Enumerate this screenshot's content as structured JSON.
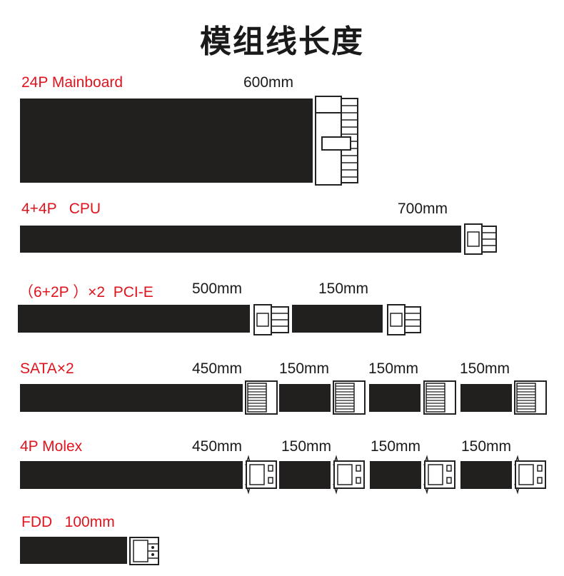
{
  "title": "模组线长度",
  "colors": {
    "label": "#e0141e",
    "cable": "#221f1f",
    "text": "#1a1a1a"
  },
  "cables": {
    "mainboard": {
      "label": "24P Mainboard",
      "length": "600mm"
    },
    "cpu": {
      "label": "4+4P   CPU",
      "length": "700mm"
    },
    "pcie": {
      "label": "（6+2P ）×2  PCI-E",
      "lengths": [
        "500mm",
        "150mm"
      ]
    },
    "sata": {
      "label": "SATA×2",
      "lengths": [
        "450mm",
        "150mm",
        "150mm",
        "150mm"
      ]
    },
    "molex": {
      "label": "4P Molex",
      "lengths": [
        "450mm",
        "150mm",
        "150mm",
        "150mm"
      ]
    },
    "fdd": {
      "label": "FDD   100mm"
    }
  }
}
